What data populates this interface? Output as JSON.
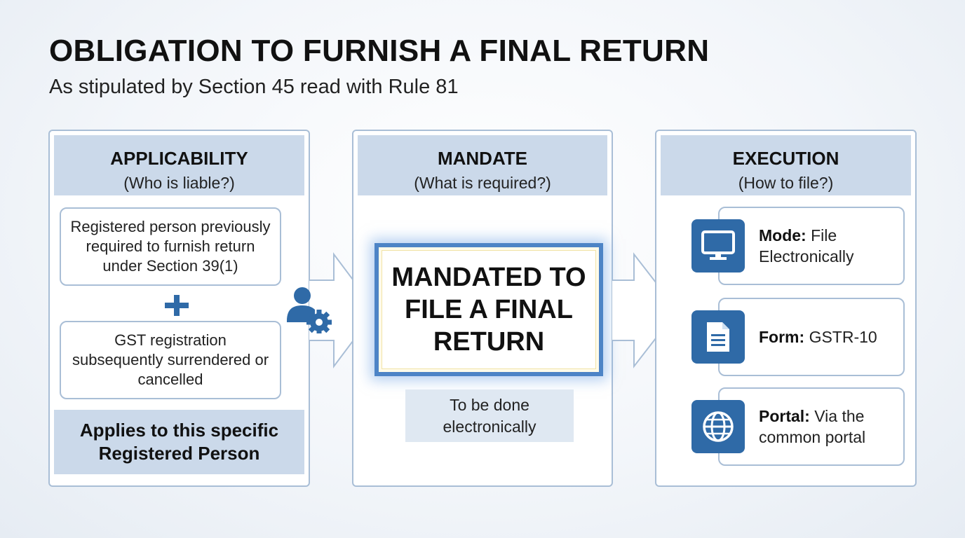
{
  "title": "OBLIGATION TO FURNISH A FINAL RETURN",
  "subtitle": "As stipulated by Section 45 read with Rule 81",
  "colors": {
    "panel_header_bg": "#cbd9ea",
    "panel_border": "#a9bed6",
    "icon_blue": "#2f6aa7",
    "highlight_border": "#4d84c6"
  },
  "applicability": {
    "heading": "APPLICABILITY",
    "question": "(Who is liable?)",
    "condition_1": "Registered person previously required to furnish return under Section 39(1)",
    "condition_2": "GST registration subsequently surrendered or cancelled",
    "conclusion": "Applies to this specific Registered Person"
  },
  "mandate": {
    "heading": "MANDATE",
    "question": "(What is required?)",
    "requirement": "MANDATED TO FILE A FINAL RETURN",
    "note": "To be done electronically"
  },
  "execution": {
    "heading": "EXECUTION",
    "question": "(How to file?)",
    "items": [
      {
        "label": "Mode:",
        "value": "File Electronically",
        "icon": "monitor-icon"
      },
      {
        "label": "Form:",
        "value": "GSTR-10",
        "icon": "document-icon"
      },
      {
        "label": "Portal:",
        "value": "Via the common portal",
        "icon": "globe-icon"
      }
    ]
  },
  "icons": {
    "connector_icon": "person-gear-icon",
    "plus": "plus-icon"
  }
}
